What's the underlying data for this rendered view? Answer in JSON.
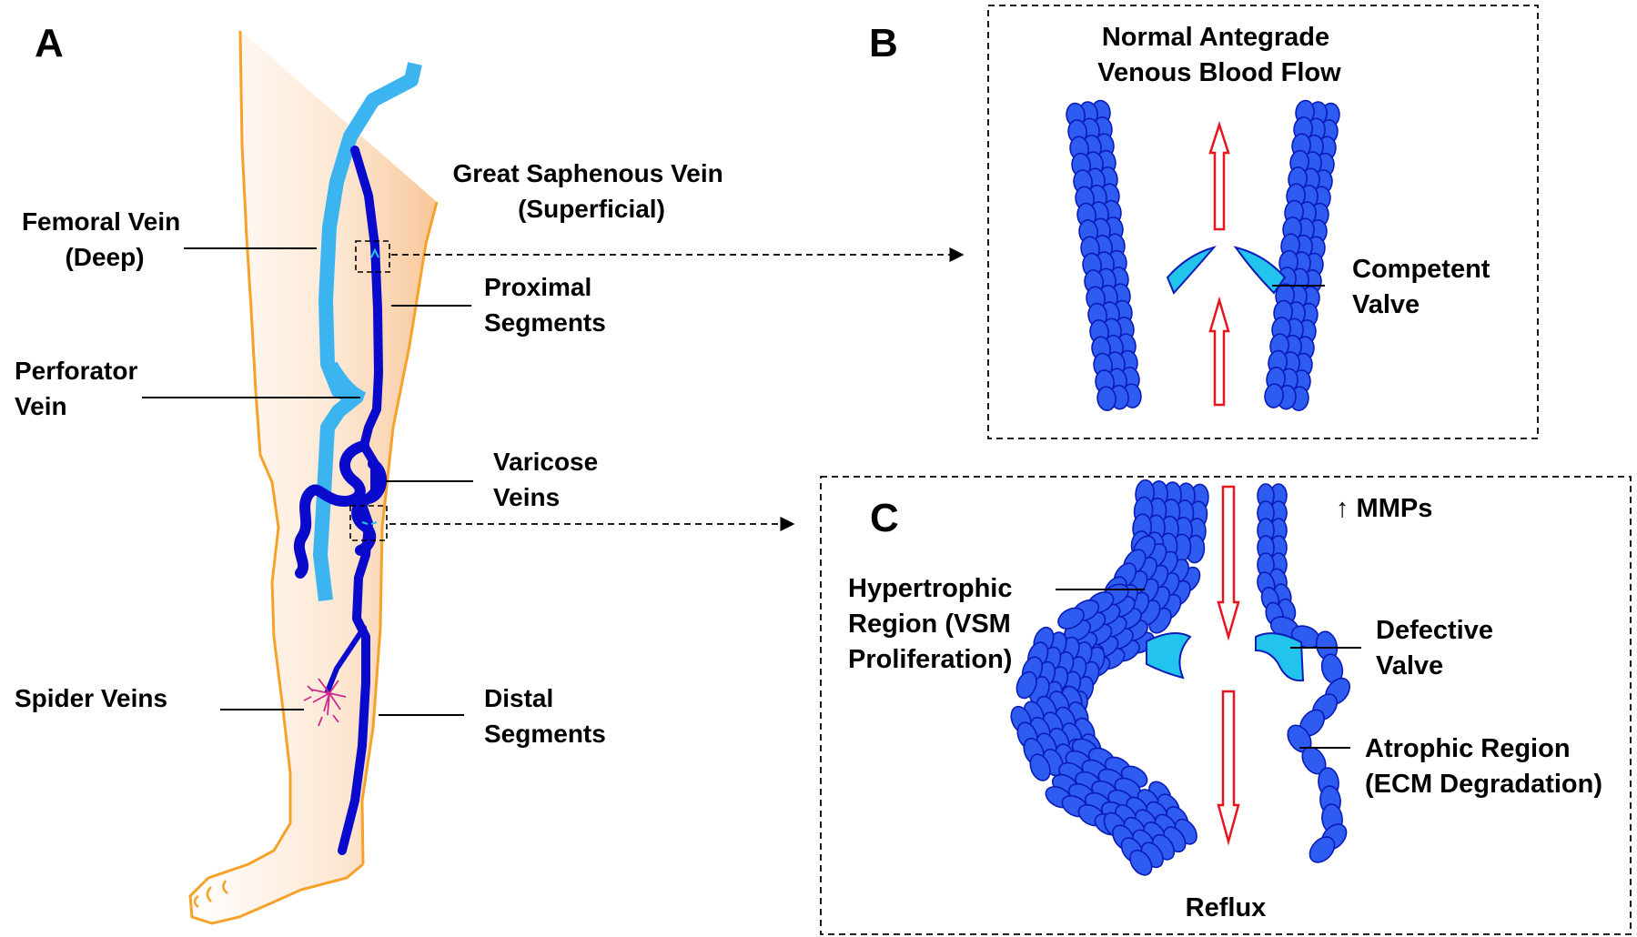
{
  "panels": {
    "a": "A",
    "b": "B",
    "c": "C"
  },
  "panel_a": {
    "femoral_vein": [
      "Femoral Vein",
      "(Deep)"
    ],
    "great_saphenous": [
      "Great Saphenous Vein",
      "(Superficial)"
    ],
    "perforator": [
      "Perforator",
      "Vein"
    ],
    "proximal": [
      "Proximal",
      "Segments"
    ],
    "varicose": [
      "Varicose",
      "Veins"
    ],
    "spider": "Spider Veins",
    "distal": [
      "Distal",
      "Segments"
    ]
  },
  "panel_b": {
    "title": [
      "Normal Antegrade",
      "Venous Blood Flow"
    ],
    "valve": [
      "Competent",
      "Valve"
    ]
  },
  "panel_c": {
    "mmps": "↑ MMPs",
    "hypertrophic": [
      "Hypertrophic",
      "Region (VSM",
      "Proliferation)"
    ],
    "defective": [
      "Defective",
      "Valve"
    ],
    "atrophic": [
      "Atrophic Region",
      "(ECM Degradation)"
    ],
    "reflux": "Reflux"
  },
  "colors": {
    "deep_vein": "#3cb4f0",
    "superficial_vein": "#0a0acc",
    "cell_fill": "#2f5cf0",
    "cell_stroke": "#0a1bb8",
    "valve": "#22c4ee",
    "arrow": "#e8141e",
    "skin": "#fde3c8",
    "skin_outline": "#f6a22a",
    "spider": "#cc2a8e"
  }
}
